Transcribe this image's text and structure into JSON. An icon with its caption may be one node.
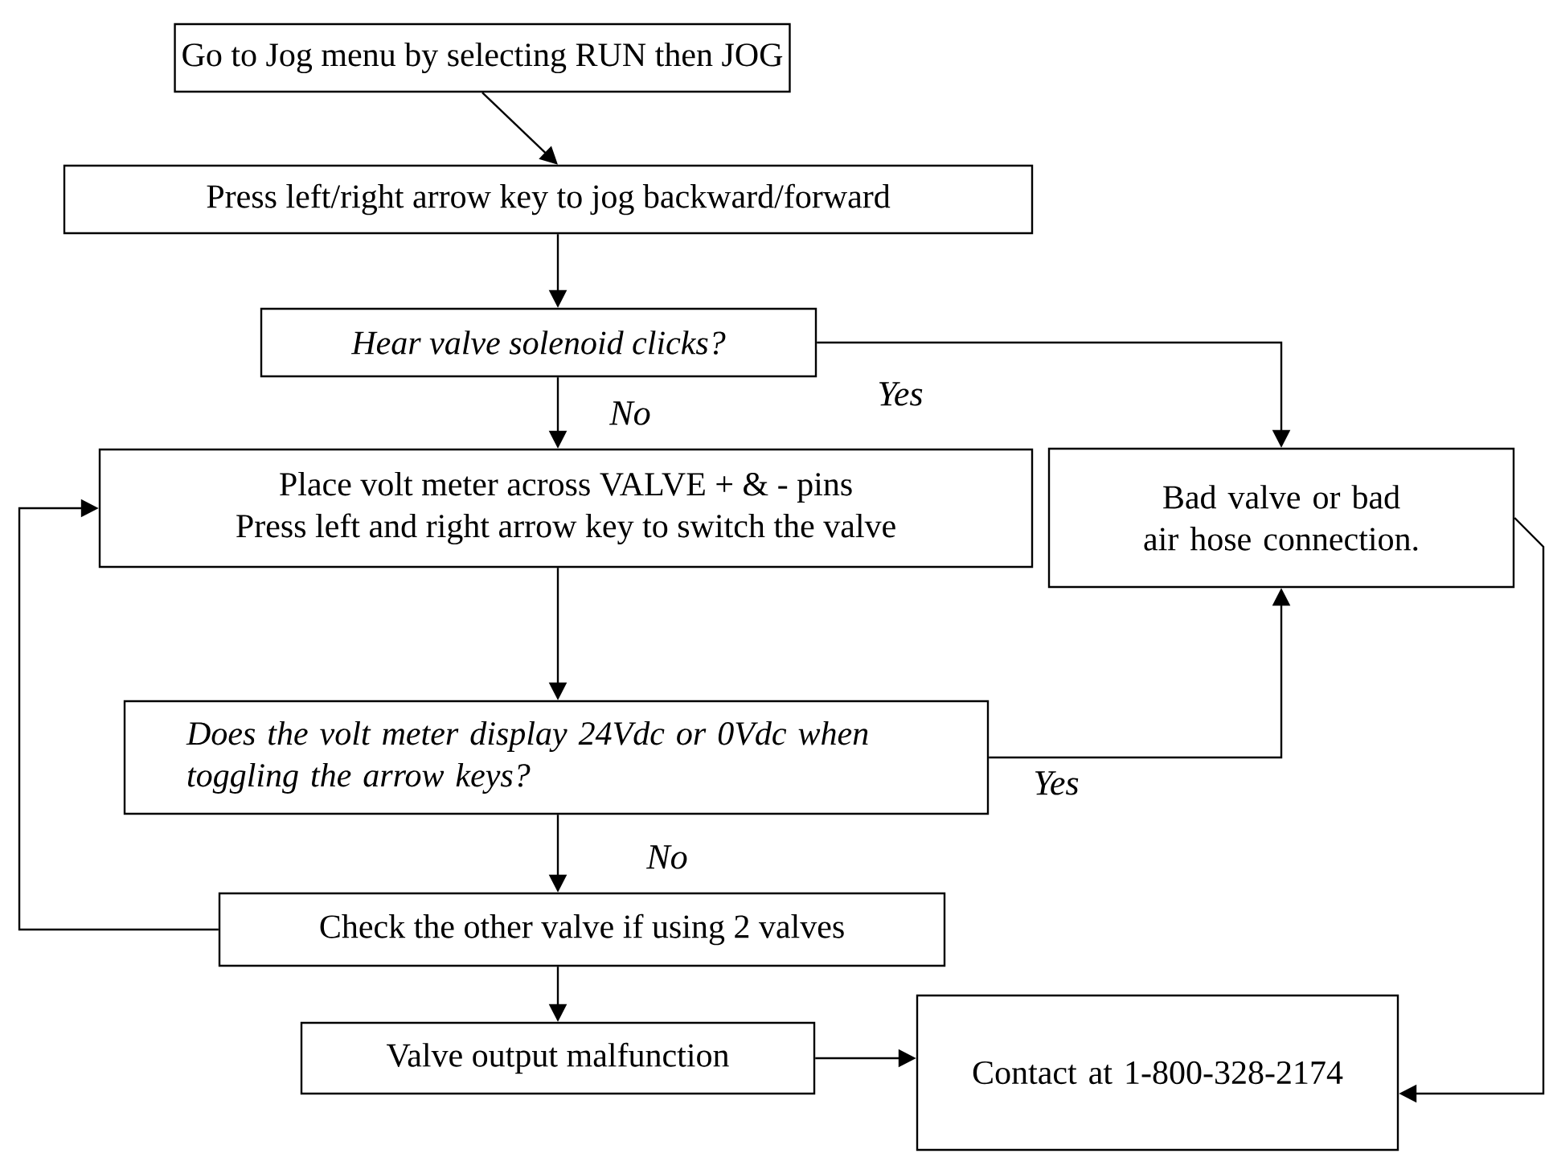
{
  "diagram": {
    "nodes": [
      {
        "text": [
          "Go to Jog menu by selecting RUN then JOG"
        ]
      },
      {
        "text": [
          "Press left/right arrow key to jog backward/forward"
        ]
      },
      {
        "text": [
          "Hear valve solenoid clicks?"
        ]
      },
      {
        "text": [
          "Place volt meter across VALVE + & - pins",
          "Press left and right arrow key to switch the valve"
        ]
      },
      {
        "text": [
          "Bad valve or bad air hose connection."
        ]
      },
      {
        "text": [
          "Does the volt meter display 24Vdc or 0Vdc when toggling the arrow keys?"
        ]
      },
      {
        "text": [
          "Check the other valve if using 2 valves"
        ]
      },
      {
        "text": [
          "Valve output malfunction"
        ]
      },
      {
        "text": [
          "Contact at 1-800-328-2174"
        ]
      }
    ],
    "edges": [
      {
        "from": 0,
        "to": 1,
        "arrow": "to"
      },
      {
        "from": 1,
        "to": 2,
        "arrow": "to"
      },
      {
        "from": 2,
        "to": 3,
        "arrow": "to",
        "label": "No"
      },
      {
        "from": 2,
        "to": 4,
        "arrow": "to",
        "label": "Yes"
      },
      {
        "from": 3,
        "to": 5,
        "arrow": "to"
      },
      {
        "from": 5,
        "to": 4,
        "arrow": "to",
        "label": "Yes"
      },
      {
        "from": 5,
        "to": 6,
        "arrow": "to",
        "label": "No"
      },
      {
        "from": 6,
        "to": 3,
        "arrow": "to"
      },
      {
        "from": 6,
        "to": 7,
        "arrow": "to"
      },
      {
        "from": 7,
        "to": 8,
        "arrow": "to"
      },
      {
        "from": 4,
        "to": 8,
        "arrow": "to"
      }
    ]
  }
}
